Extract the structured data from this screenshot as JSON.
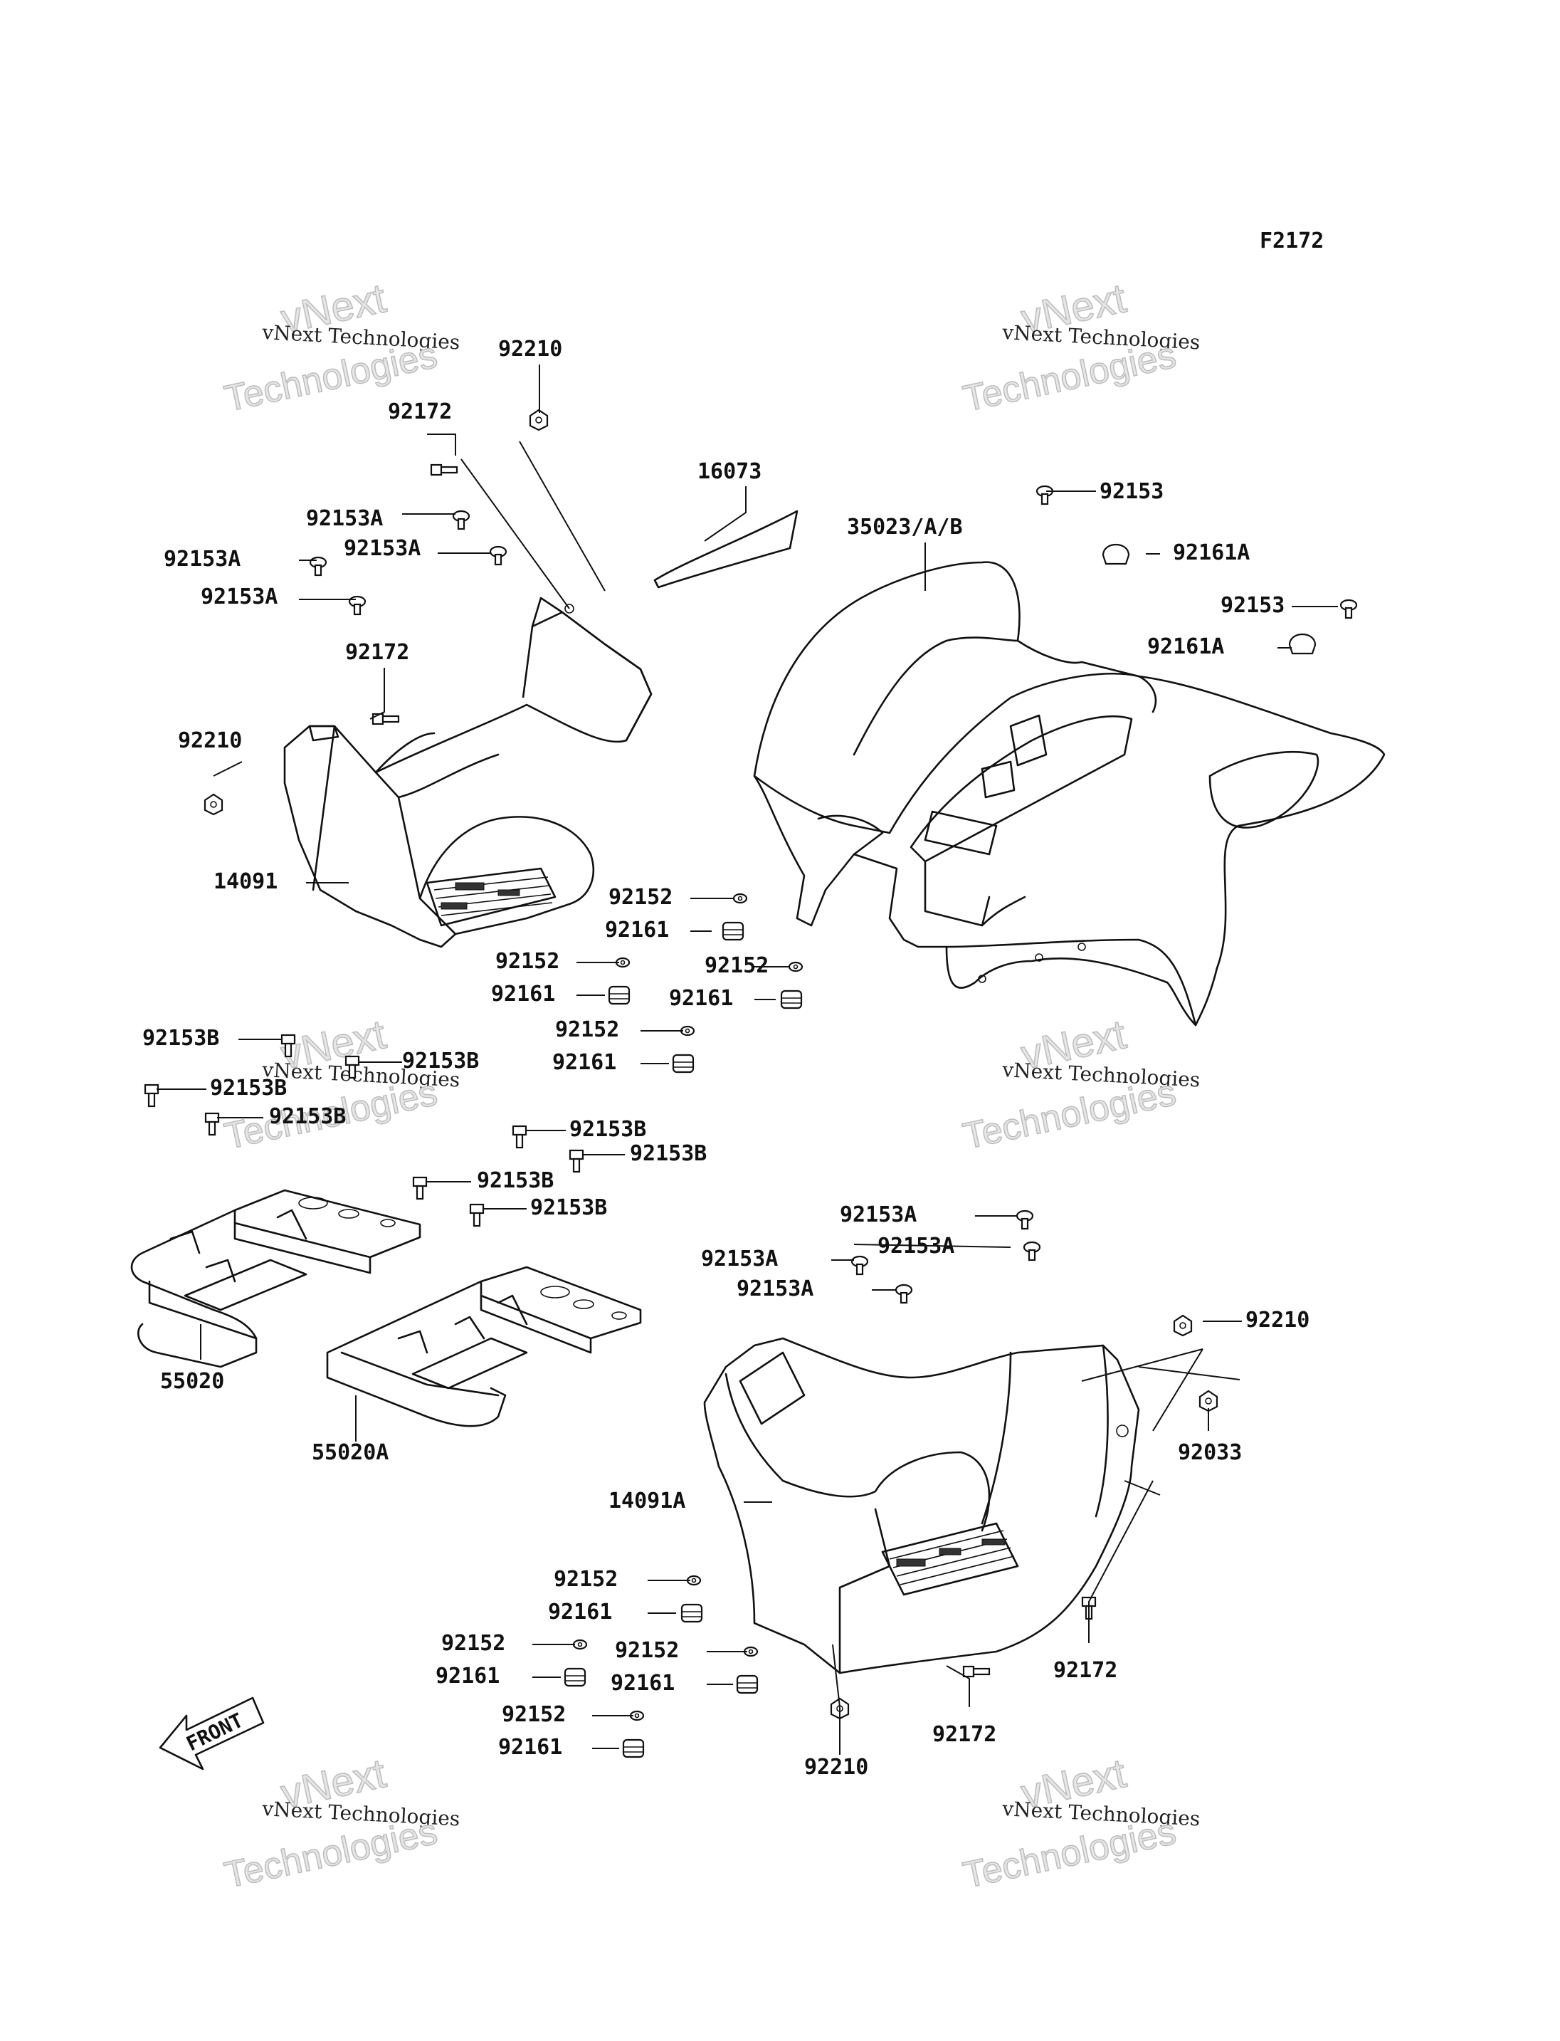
{
  "diagram_code": "F2172",
  "watermark": {
    "line1": "vNext",
    "line2": "vNext Technologies",
    "line3": "Technologies"
  },
  "front_label": "FRONT",
  "callouts": [
    "92210",
    "92172",
    "92153A",
    "92153A",
    "92153A",
    "92153A",
    "92172",
    "92210",
    "14091",
    "16073",
    "35023/A/B",
    "92153",
    "92161A",
    "92153",
    "92161A",
    "92152",
    "92161",
    "92152",
    "92161",
    "92152",
    "92161",
    "92152",
    "92161",
    "92153B",
    "92153B",
    "92153B",
    "92153B",
    "92153B",
    "92153B",
    "92153B",
    "92153B",
    "55020",
    "55020A",
    "92153A",
    "92153A",
    "92153A",
    "92153A",
    "92210",
    "92033",
    "14091A",
    "92152",
    "92161",
    "92152",
    "92161",
    "92152",
    "92161",
    "92152",
    "92161",
    "92210",
    "92172",
    "92172"
  ]
}
